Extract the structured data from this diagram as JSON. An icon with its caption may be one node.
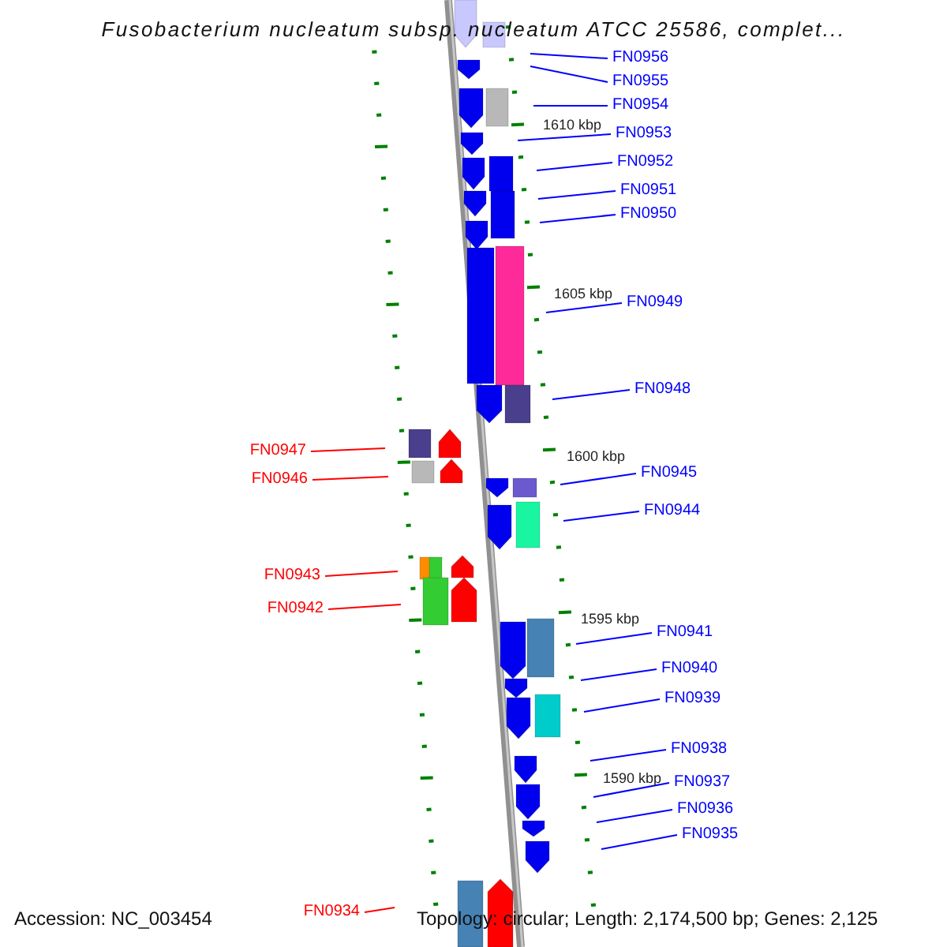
{
  "diagram": {
    "title": "Fusobacterium nucleatum subsp. nucleatum ATCC 25586, complet...",
    "nodes": [
      {
        "text": [
          "FN0956"
        ]
      },
      {
        "text": [
          "FN0955"
        ]
      },
      {
        "text": [
          "FN0954"
        ]
      },
      {
        "text": [
          "FN0953"
        ]
      },
      {
        "text": [
          "FN0952"
        ]
      },
      {
        "text": [
          "FN0951"
        ]
      },
      {
        "text": [
          "FN0950"
        ]
      },
      {
        "text": [
          "FN0949"
        ]
      },
      {
        "text": [
          "FN0948"
        ]
      },
      {
        "text": [
          "FN0947"
        ]
      },
      {
        "text": [
          "FN0946"
        ]
      },
      {
        "text": [
          "FN0945"
        ]
      },
      {
        "text": [
          "FN0944"
        ]
      },
      {
        "text": [
          "FN0943"
        ]
      },
      {
        "text": [
          "FN0942"
        ]
      },
      {
        "text": [
          "FN0941"
        ]
      },
      {
        "text": [
          "FN0940"
        ]
      },
      {
        "text": [
          "FN0939"
        ]
      },
      {
        "text": [
          "FN0938"
        ]
      },
      {
        "text": [
          "FN0937"
        ]
      },
      {
        "text": [
          "FN0936"
        ]
      },
      {
        "text": [
          "FN0935"
        ]
      },
      {
        "text": [
          "FN0934"
        ]
      }
    ],
    "edges": [
      {
        "from": 0,
        "to": null,
        "arrow": "none"
      },
      {
        "from": 1,
        "to": null,
        "arrow": "none"
      },
      {
        "from": 2,
        "to": null,
        "arrow": "none"
      },
      {
        "from": 3,
        "to": null,
        "arrow": "none"
      },
      {
        "from": 4,
        "to": null,
        "arrow": "none"
      },
      {
        "from": 5,
        "to": null,
        "arrow": "none"
      },
      {
        "from": 6,
        "to": null,
        "arrow": "none"
      },
      {
        "from": 7,
        "to": null,
        "arrow": "none"
      },
      {
        "from": 8,
        "to": null,
        "arrow": "none"
      },
      {
        "from": 9,
        "to": null,
        "arrow": "none",
        "color": "#ff0000"
      },
      {
        "from": 10,
        "to": null,
        "arrow": "none",
        "color": "#ff0000"
      },
      {
        "from": 11,
        "to": null,
        "arrow": "none"
      },
      {
        "from": 12,
        "to": null,
        "arrow": "none"
      },
      {
        "from": 13,
        "to": null,
        "arrow": "none",
        "color": "#ff0000"
      },
      {
        "from": 14,
        "to": null,
        "arrow": "none",
        "color": "#ff0000"
      },
      {
        "from": 15,
        "to": null,
        "arrow": "none"
      },
      {
        "from": 16,
        "to": null,
        "arrow": "none"
      },
      {
        "from": 17,
        "to": null,
        "arrow": "none"
      },
      {
        "from": 18,
        "to": null,
        "arrow": "none"
      },
      {
        "from": 19,
        "to": null,
        "arrow": "none"
      },
      {
        "from": 20,
        "to": null,
        "arrow": "none"
      },
      {
        "from": 21,
        "to": null,
        "arrow": "none"
      },
      {
        "from": 22,
        "to": null,
        "arrow": "none",
        "color": "#ff0000"
      }
    ],
    "labels": [
      "1610 kbp",
      "1605 kbp",
      "1600 kbp",
      "1595 kbp",
      "1590 kbp",
      "Accession: NC_003454",
      "Topology: circular; Length: 2,174,500 bp; Genes: 2,125"
    ]
  }
}
